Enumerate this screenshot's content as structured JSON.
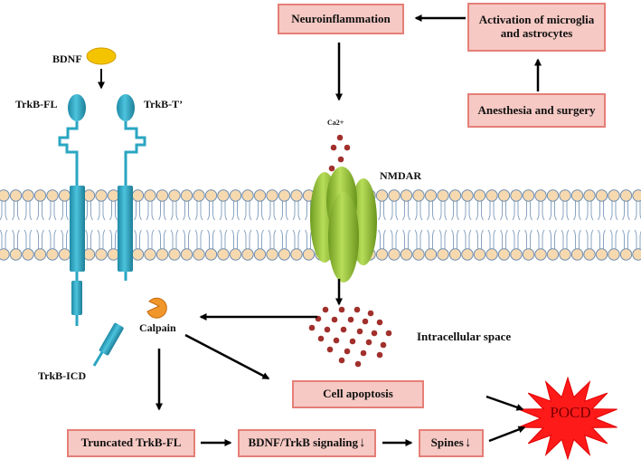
{
  "boxes": {
    "neuroinflammation": "Neuroinflammation",
    "activation_line1": "Activation of microglia",
    "activation_line2": "and astrocytes",
    "anesthesia": "Anesthesia and surgery",
    "cell_apoptosis": "Cell apoptosis",
    "truncated": "Truncated TrkB-FL",
    "signaling": "BDNF/TrkB signaling",
    "spines": "Spines",
    "down_arrow": "↓"
  },
  "labels": {
    "bdnf": "BDNF",
    "trkb_fl": "TrkB-FL",
    "trkb_t": "TrkB-T’",
    "ca": "Ca2+",
    "nmdar": "NMDAR",
    "calpain": "Calpain",
    "intracellular": "Intracellular space",
    "trkb_icd": "TrkB-ICD",
    "pocd": "POCD"
  },
  "colors": {
    "box_fill": "#f6c9c4",
    "box_border": "#e57f77",
    "receptor": "#2aa6c2",
    "nmdar": "#9ccc3a",
    "bdnf": "#f5c400",
    "calpain": "#f0962a",
    "lipid_head": "#f7d9b0",
    "ca_ion": "#a1302c",
    "pocd_star": "#ff1a1a"
  },
  "icons": {
    "membrane": "lipid-bilayer",
    "receptor": "transmembrane-receptor",
    "channel": "nmdar-channel",
    "enzyme": "calpain-pacman",
    "burst": "red-starburst"
  }
}
